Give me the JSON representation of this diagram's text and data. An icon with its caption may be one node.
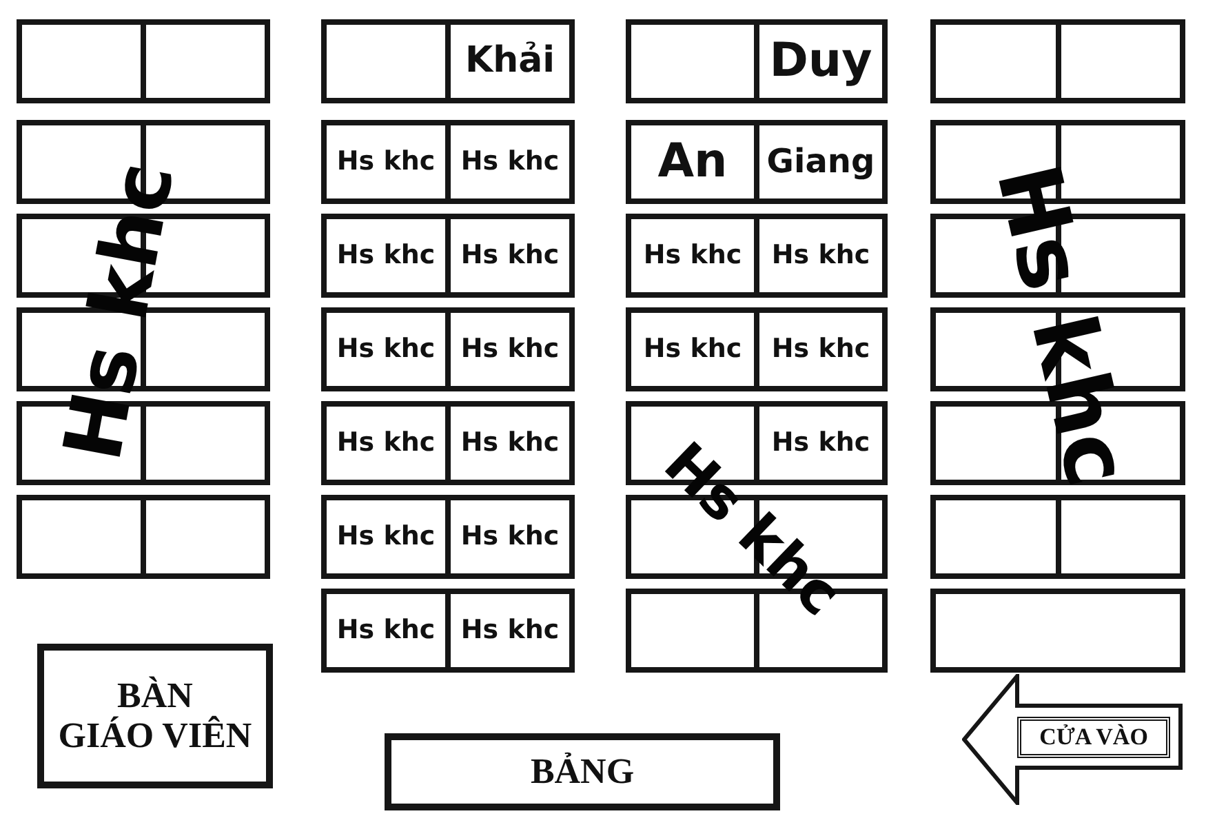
{
  "diagram": {
    "nodes": [
      {
        "text": [],
        "shape": "box"
      },
      {
        "text": [],
        "shape": "box"
      },
      {
        "text": [],
        "shape": "box"
      },
      {
        "text": [
          "Khải"
        ]
      },
      {
        "text": [],
        "shape": "box"
      },
      {
        "text": [
          "Duy"
        ]
      },
      {
        "text": [],
        "shape": "box"
      },
      {
        "text": [],
        "shape": "box"
      },
      {
        "text": [],
        "shape": "box"
      },
      {
        "text": [],
        "shape": "box"
      },
      {
        "text": [
          "Hs khc"
        ]
      },
      {
        "text": [
          "Hs khc"
        ]
      },
      {
        "text": [
          "An"
        ]
      },
      {
        "text": [
          "Giang"
        ]
      },
      {
        "text": [],
        "shape": "box"
      },
      {
        "text": [],
        "shape": "box"
      },
      {
        "text": [],
        "shape": "box"
      },
      {
        "text": [],
        "shape": "box"
      },
      {
        "text": [
          "Hs khc"
        ]
      },
      {
        "text": [
          "Hs khc"
        ]
      },
      {
        "text": [
          "Hs khc"
        ]
      },
      {
        "text": [
          "Hs khc"
        ]
      },
      {
        "text": [],
        "shape": "box"
      },
      {
        "text": [],
        "shape": "box"
      },
      {
        "text": [],
        "shape": "box"
      },
      {
        "text": [],
        "shape": "box"
      },
      {
        "text": [
          "Hs khc"
        ]
      },
      {
        "text": [
          "Hs khc"
        ]
      },
      {
        "text": [
          "Hs khc"
        ]
      },
      {
        "text": [
          "Hs khc"
        ]
      },
      {
        "text": [],
        "shape": "box"
      },
      {
        "text": [],
        "shape": "box"
      },
      {
        "text": [],
        "shape": "box"
      },
      {
        "text": [],
        "shape": "box"
      },
      {
        "text": [
          "Hs khc"
        ]
      },
      {
        "text": [
          "Hs khc"
        ]
      },
      {
        "text": [],
        "shape": "box"
      },
      {
        "text": [
          "Hs khc"
        ]
      },
      {
        "text": [],
        "shape": "box"
      },
      {
        "text": [],
        "shape": "box"
      },
      {
        "text": [],
        "shape": "box"
      },
      {
        "text": [],
        "shape": "box"
      },
      {
        "text": [
          "Hs khc"
        ]
      },
      {
        "text": [
          "Hs khc"
        ]
      },
      {
        "text": [],
        "shape": "box"
      },
      {
        "text": [],
        "shape": "box"
      },
      {
        "text": [],
        "shape": "box"
      },
      {
        "text": [],
        "shape": "box"
      },
      {
        "text": [
          "Hs khc"
        ]
      },
      {
        "text": [
          "Hs khc"
        ]
      },
      {
        "text": [],
        "shape": "box"
      },
      {
        "text": [],
        "shape": "box"
      },
      {
        "text": [],
        "shape": "box"
      },
      {
        "text": [
          "BÀN GIÁO VIÊN"
        ]
      },
      {
        "text": [
          "BẢNG"
        ]
      },
      {
        "text": [],
        "shape": "arrow"
      },
      {
        "text": [
          "CỬA VÀO"
        ],
        "in": 55
      }
    ],
    "labels": [
      "Hs khc",
      "Hs khc",
      "Hs khc"
    ]
  }
}
